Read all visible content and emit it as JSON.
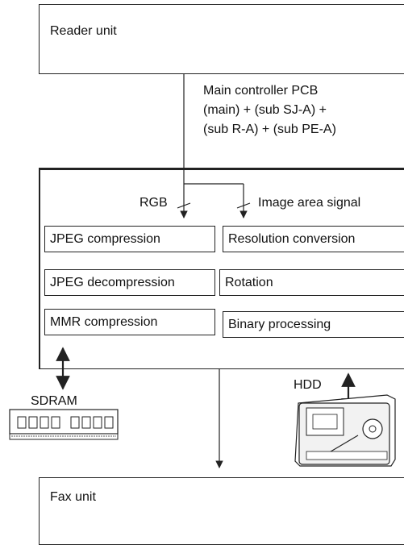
{
  "reader_unit": {
    "label": "Reader unit"
  },
  "main_controller": {
    "label_lines": [
      "Main controller PCB",
      "(main) + (sub SJ-A) +",
      "(sub R-A) + (sub PE-A)"
    ]
  },
  "signals": {
    "rgb": "RGB",
    "image_area": "Image area signal"
  },
  "functions": {
    "left": [
      "JPEG compression",
      "JPEG decompression",
      "MMR compression"
    ],
    "right": [
      "Resolution conversion",
      "Rotation",
      "Binary processing"
    ]
  },
  "devices": {
    "sdram": "SDRAM",
    "hdd": "HDD"
  },
  "fax_unit": {
    "label": "Fax unit"
  }
}
